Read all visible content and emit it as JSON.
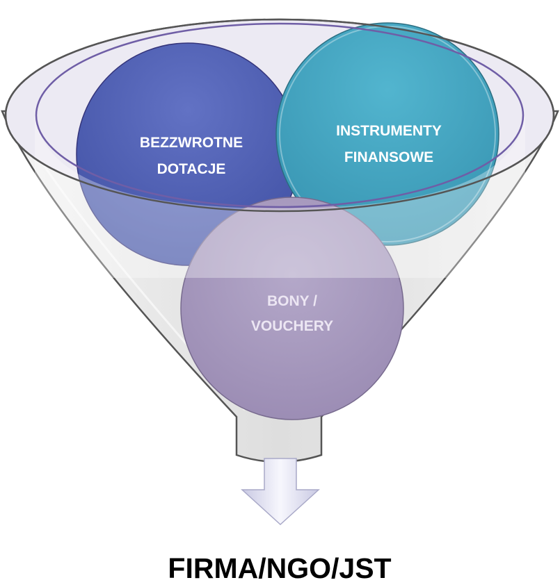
{
  "funnel": {
    "items": [
      {
        "line1": "BEZZWROTNE",
        "line2": "DOTACJE",
        "color": "#4f5fb3",
        "text_color": "#ffffff"
      },
      {
        "line1": "INSTRUMENTY",
        "line2": "FINANSOWE",
        "color": "#45a7c2",
        "text_color": "#ffffff"
      },
      {
        "line1": "BONY /",
        "line2": "VOUCHERY",
        "color": "#a597bc",
        "text_color": "#ece6f3"
      }
    ],
    "rim_color": "#6f5ea6",
    "body_color": "#e6e6e6",
    "arrow_color": "#d5d5ea"
  },
  "result": {
    "label": "FIRMA/NGO/JST"
  }
}
